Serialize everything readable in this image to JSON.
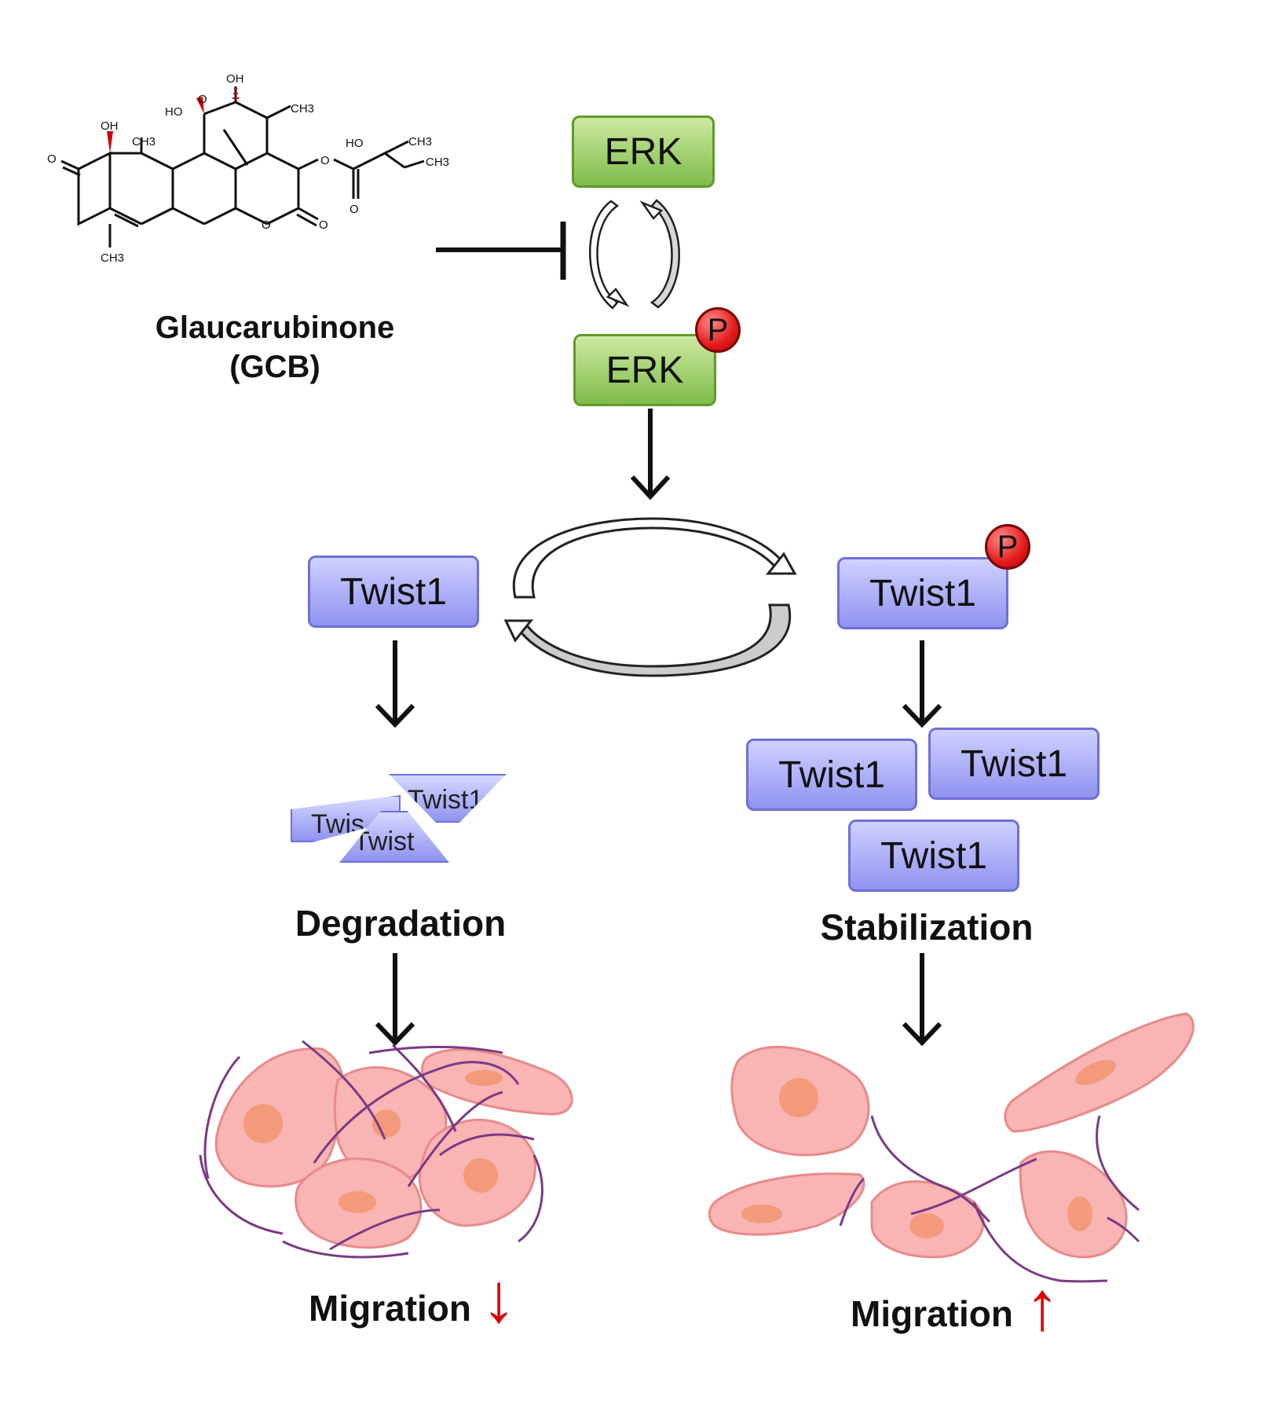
{
  "compound": {
    "name": "Glaucarubinone",
    "abbrev": "(GCB)",
    "atoms": {
      "oh_top": "OH",
      "ho_left": "HO",
      "o_bridge": "O",
      "ch3_top": "CH3",
      "oh_left": "OH",
      "ch3_mid": "CH3",
      "ho_ester": "HO",
      "ch3_ester1": "CH3",
      "ch3_ester2": "CH3",
      "o_ketone": "O",
      "o_ester": "O",
      "o_carbonyl": "O",
      "o_ring": "O",
      "o_lactone": "O",
      "ch3_bottom": "CH3"
    }
  },
  "erk": {
    "inactive_label": "ERK",
    "active_label": "ERK",
    "phospho": "P"
  },
  "twist": {
    "unphos_label": "Twist1",
    "phos_label": "Twist1",
    "phospho": "P",
    "fragments": [
      "Twist1",
      "Twis",
      "Twist"
    ],
    "stable": [
      "Twist1",
      "Twist1",
      "Twist1"
    ]
  },
  "outcomes": {
    "left_label": "Degradation",
    "right_label": "Stabilization",
    "left_migration": "Migration",
    "right_migration": "Migration",
    "down_arrow": "↓",
    "up_arrow": "↑"
  },
  "colors": {
    "erk_fill": "#7ebc49",
    "twist_fill": "#8f93f0",
    "phospho": "#e31b1b",
    "cell_fill": "#f9b4b4",
    "nucleus": "#f39a7a",
    "fiber": "#7a3a85",
    "migration_arrow": "#e00000"
  }
}
